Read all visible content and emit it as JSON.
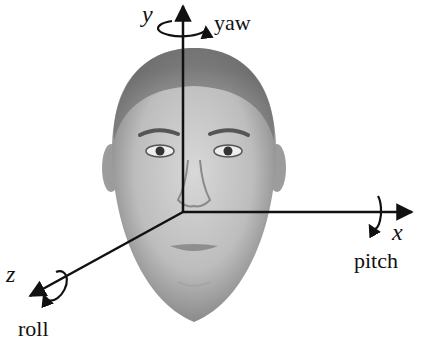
{
  "diagram": {
    "labels": [
      "y",
      "yaw",
      "x",
      "pitch",
      "z",
      "roll"
    ]
  }
}
